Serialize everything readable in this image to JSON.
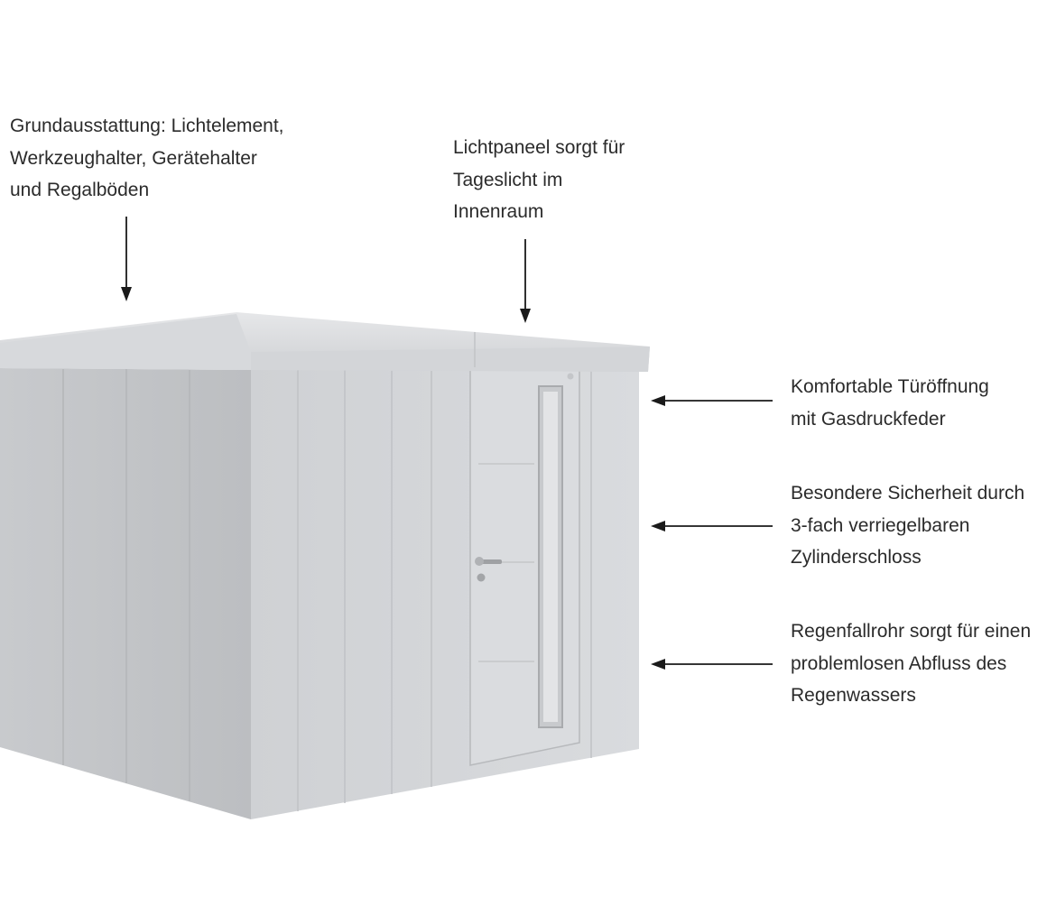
{
  "annotations": {
    "top_left": {
      "lines": [
        "Grundausstattung: Lichtelement,",
        "Werkzeughalter, Gerätehalter",
        "und Regalböden"
      ]
    },
    "top_center": {
      "lines": [
        "Lichtpaneel sorgt für",
        "Tageslicht im",
        "Innenraum"
      ]
    },
    "right_1": {
      "lines": [
        "Komfortable Türöffnung",
        "mit Gasdruckfeder"
      ]
    },
    "right_2": {
      "lines": [
        "Besondere Sicherheit durch",
        "3-fach verriegelbaren",
        "Zylinderschloss"
      ]
    },
    "right_3": {
      "lines": [
        "Regenfallrohr sorgt für einen",
        "problemlosen Abfluss des",
        "Regenwassers"
      ]
    }
  },
  "colors": {
    "text": "#2b2b2b",
    "arrow": "#1a1a1a",
    "shed_front": "#d4d6d9",
    "shed_side": "#c3c5c8",
    "roof": "#dcdee0",
    "door": "#d8dadd"
  },
  "icons": {
    "arrow": "arrow-icon",
    "handle": "door-handle-icon",
    "lock": "cylinder-lock-icon"
  }
}
